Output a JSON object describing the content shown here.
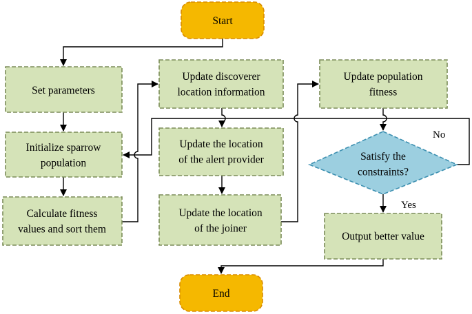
{
  "nodes": {
    "start": [
      "Start"
    ],
    "set_parameters": [
      "Set parameters"
    ],
    "initialize": [
      "Initialize sparrow",
      "population"
    ],
    "calculate": [
      "Calculate fitness",
      "values and sort them"
    ],
    "update_discoverer": [
      "Update discoverer",
      "location information"
    ],
    "update_alert": [
      "Update the location",
      "of the alert provider"
    ],
    "update_joiner": [
      "Update the location",
      "of the joiner"
    ],
    "update_fitness": [
      "Update population",
      "fitness"
    ],
    "decision": [
      "Satisfy the",
      "constraints?"
    ],
    "output": [
      "Output better value"
    ],
    "end": [
      "End"
    ]
  },
  "edge_labels": {
    "no": "No",
    "yes": "Yes"
  },
  "colors": {
    "process_fill": "#d5e3b8",
    "process_stroke": "#7b8c58",
    "terminal_fill": "#f5b800",
    "terminal_stroke": "#d98c00",
    "decision_fill": "#9ccfe0",
    "decision_stroke": "#3c8fb0"
  }
}
